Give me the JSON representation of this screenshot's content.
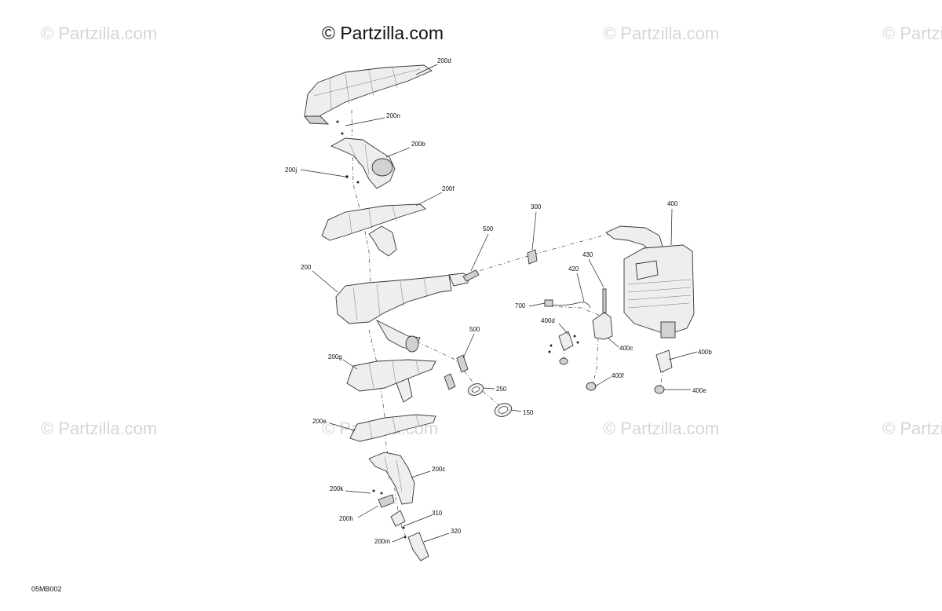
{
  "watermark": {
    "main": "© Partzilla.com",
    "faded": "© Partzilla.com",
    "faded_cut": "© Partzi"
  },
  "diagram_code": "05MB002",
  "callouts": {
    "c200d": "200d",
    "c200n": "200n",
    "c200b": "200b",
    "c200j": "200j",
    "c200f": "200f",
    "c300": "300",
    "c400": "400",
    "c500a": "500",
    "c430": "430",
    "c420": "420",
    "c200": "200",
    "c700": "700",
    "c400d": "400d",
    "c500b": "500",
    "c400c": "400c",
    "c400b": "400b",
    "c200g": "200g",
    "c250": "250",
    "c400f": "400f",
    "c400e": "400e",
    "c150": "150",
    "c200e": "200e",
    "c200c": "200c",
    "c200k": "200k",
    "c200h": "200h",
    "c310": "310",
    "c200m": "200m",
    "c320": "320"
  }
}
